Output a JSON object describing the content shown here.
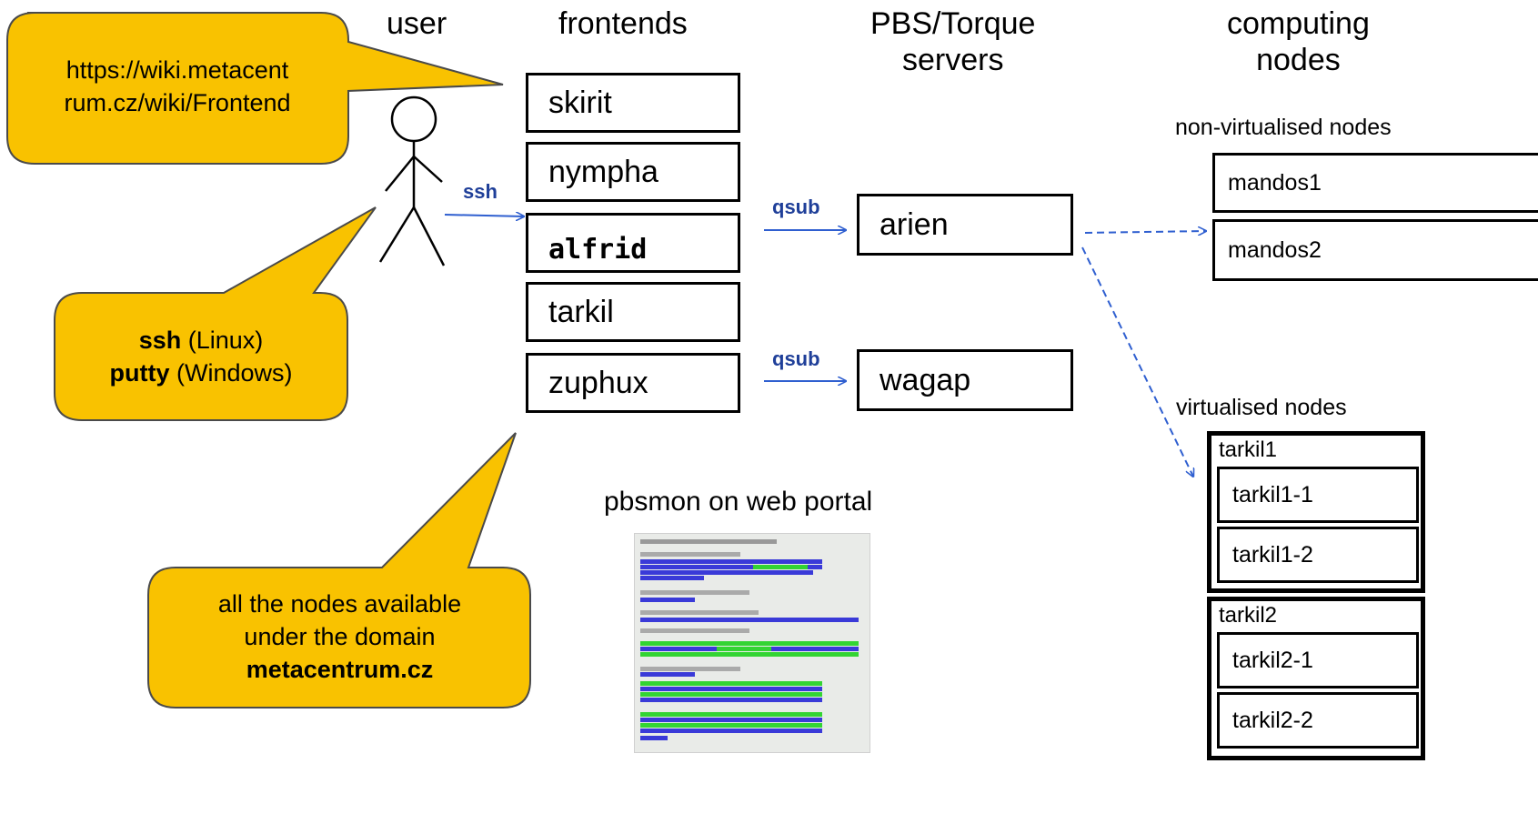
{
  "columns": {
    "user": "user",
    "frontends": "frontends",
    "pbs_servers": "PBS/Torque\nservers",
    "computing_nodes": "computing\nnodes"
  },
  "frontends": [
    "skirit",
    "nympha",
    "alfrid",
    "tarkil",
    "zuphux"
  ],
  "servers": [
    "arien",
    "wagap"
  ],
  "edge_labels": {
    "ssh": "ssh",
    "qsub1": "qsub",
    "qsub2": "qsub"
  },
  "non_virtualised": {
    "title": "non-virtualised nodes",
    "nodes": [
      "mandos1",
      "mandos2"
    ]
  },
  "virtualised": {
    "title": "virtualised nodes",
    "groups": [
      {
        "name": "tarkil1",
        "nodes": [
          "tarkil1-1",
          "tarkil1-2"
        ]
      },
      {
        "name": "tarkil2",
        "nodes": [
          "tarkil2-1",
          "tarkil2-2"
        ]
      }
    ]
  },
  "callouts": {
    "wiki": {
      "line1": "https://wiki.metacent",
      "line2": "rum.cz/wiki/Frontend"
    },
    "client": {
      "line1_bold": "ssh",
      "line1_rest": " (Linux)",
      "line2_bold": "putty",
      "line2_rest": " (Windows)"
    },
    "domain": {
      "line1": "all the nodes available",
      "line2": "under the domain",
      "line3_bold": "metacentrum.cz"
    }
  },
  "portal": {
    "caption": "pbsmon on web portal"
  },
  "colors": {
    "callout_fill": "#f9c200",
    "callout_stroke": "#4a4a4a",
    "arrow_blue": "#2f5fd0",
    "portal_blue": "#3a3ad8",
    "portal_green": "#33d433"
  }
}
